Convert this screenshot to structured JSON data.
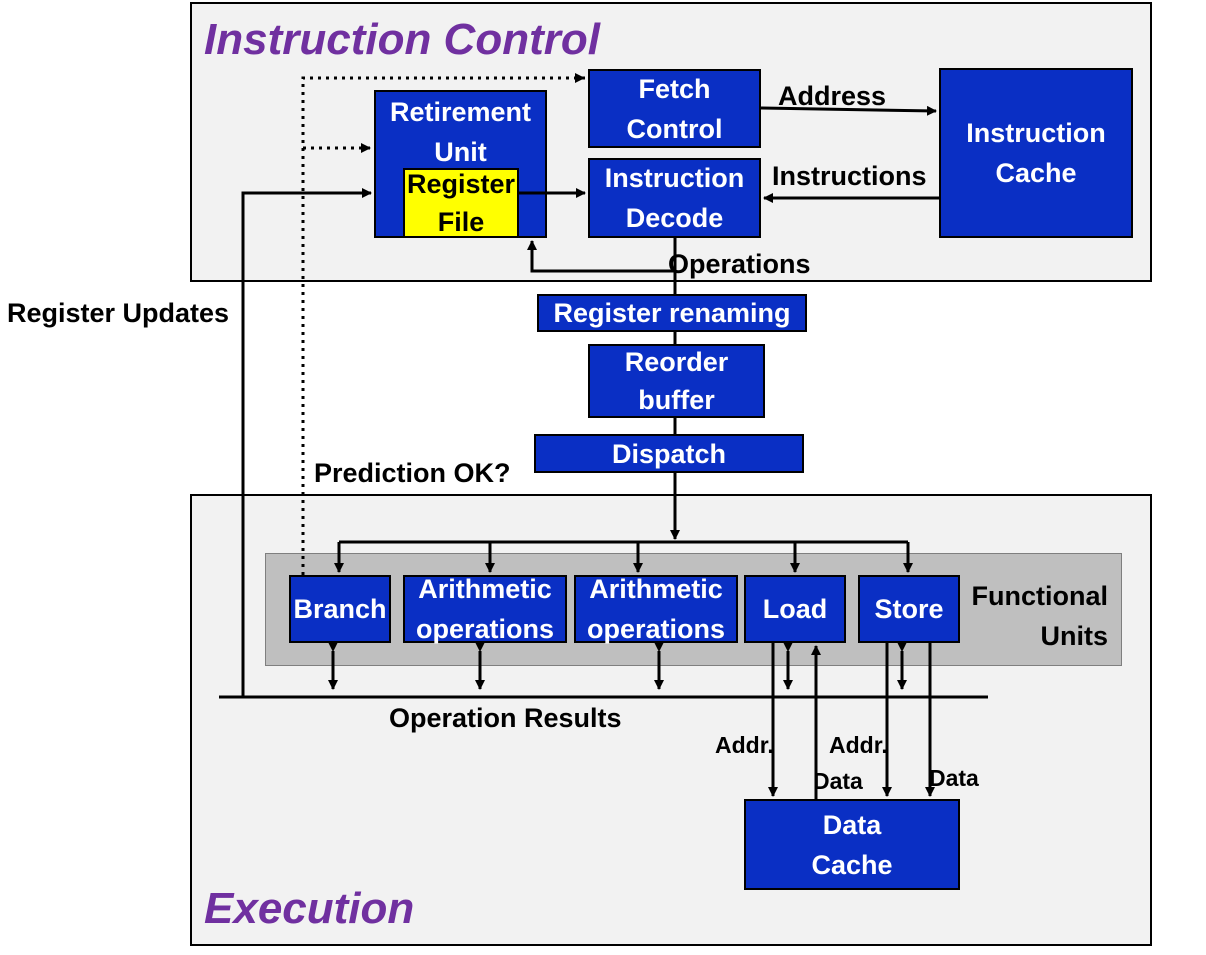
{
  "regions": {
    "instruction_control": "Instruction Control",
    "execution": "Execution"
  },
  "blocks": {
    "fetch_control": "Fetch\nControl",
    "retirement_unit": "Retirement\nUnit",
    "register_file": "Register\nFile",
    "instruction_decode": "Instruction\nDecode",
    "instruction_cache": "Instruction\nCache",
    "register_renaming": "Register renaming",
    "reorder_buffer": "Reorder\nbuffer",
    "dispatch": "Dispatch",
    "branch": "Branch",
    "arith_1": "Arithmetic\noperations",
    "arith_2": "Arithmetic\noperations",
    "load": "Load",
    "store": "Store",
    "data_cache": "Data\nCache"
  },
  "labels": {
    "address": "Address",
    "instructions": "Instructions",
    "operations": "Operations",
    "register_updates": "Register Updates",
    "prediction_ok": "Prediction OK?",
    "functional_units": "Functional\nUnits",
    "operation_results": "Operation Results",
    "load_addr": "Addr.",
    "store_addr": "Addr.",
    "store_data_left": "Data",
    "store_data_right": "Data"
  },
  "colors": {
    "block_fill": "#0a2fc4",
    "register_file_fill": "#ffff00",
    "region_fill": "#f2f2f2",
    "functional_units_fill": "#bfbfbf",
    "region_title": "#7030a0"
  }
}
